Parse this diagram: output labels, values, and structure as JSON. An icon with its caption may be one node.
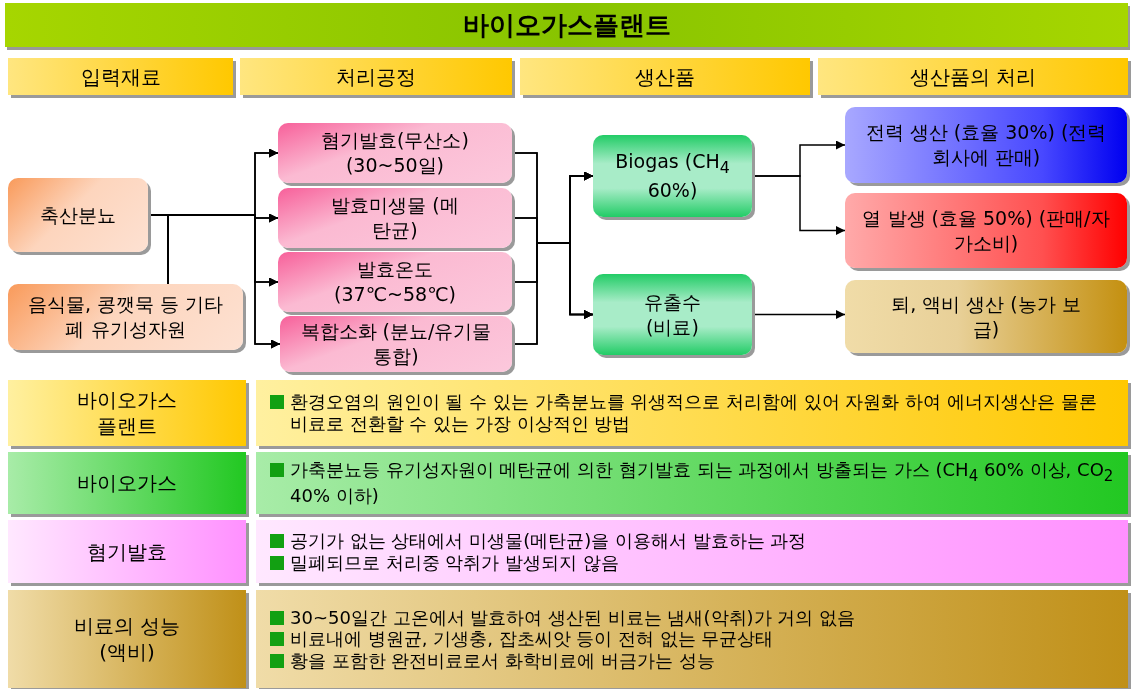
{
  "diagram": {
    "title": "바이오가스플랜트",
    "nodes": [
      {
        "text": [
          "입력재료"
        ]
      },
      {
        "text": [
          "처리공정"
        ]
      },
      {
        "text": [
          "생산품"
        ]
      },
      {
        "text": [
          "생산품의 처리"
        ]
      },
      {
        "text": [
          "축산분뇨"
        ]
      },
      {
        "text": [
          "음식물, 콩깻묵 등 기타 폐 유기성자원"
        ]
      },
      {
        "text": [
          "혐기발효(무산소) (30~50일)"
        ]
      },
      {
        "text": [
          "발효미생물 (메탄균)"
        ]
      },
      {
        "text": [
          "발효온도 (37℃~58℃)"
        ]
      },
      {
        "text": [
          "복합소화 (분뇨/유기물 통합)"
        ]
      },
      {
        "text": [
          "Biogas (CH$_{4}$ 60%)"
        ]
      },
      {
        "text": [
          "유출수 (비료)"
        ]
      },
      {
        "text": [
          "전력 생산 (효율 30%) (전력회사에 판매)"
        ]
      },
      {
        "text": [
          "열 발생 (효율 50%) (판매/자가소비)"
        ]
      },
      {
        "text": [
          "퇴, 액비 생산 (농가 보급)"
        ]
      },
      {
        "text": [
          "바이오가스 플랜트"
        ]
      },
      {
        "text": [
          "환경오염의 원인이 될 수 있는 가축분뇨를 위생적으로 처리함에 있어 자원화 하여 에너지생산은 물론 비료로 전환할 수 있는 가장 이상적인 방법"
        ]
      },
      {
        "text": [
          "바이오가스"
        ]
      },
      {
        "text": [
          "가축분뇨등 유기성자원이 메탄균에 의한 혐기발효 되는 과정에서 방출되는 가스 (CH$_{4}$ 60% 이상, CO$_{2}$ 40% 이하)"
        ]
      },
      {
        "text": [
          "혐기발효"
        ]
      },
      {
        "text": [
          "공기가 없는 상태에서 미생물(메탄균)을 이용해서 발효하는 과정",
          "밀폐되므로 처리중 악취가 발생되지 않음"
        ]
      },
      {
        "text": [
          "비료의 성능 (액비)"
        ]
      },
      {
        "text": [
          "30~50일간 고온에서 발효하여 생산된 비료는 냄새(악취)가 거의 없음",
          "비료내에 병원균, 기생충, 잡초씨앗 등이 전혀 없는 무균상태",
          "황을 포함한 완전비료로서 화학비료에 버금가는 성능"
        ]
      }
    ],
    "edges": [
      {
        "from": 4,
        "to": 6,
        "arrow": "to"
      },
      {
        "from": 4,
        "to": 7,
        "arrow": "to"
      },
      {
        "from": 4,
        "to": 8,
        "arrow": "to"
      },
      {
        "from": 4,
        "to": 9,
        "arrow": "to"
      },
      {
        "from": 5,
        "to": 6,
        "arrow": "to"
      },
      {
        "from": 5,
        "to": 7,
        "arrow": "to"
      },
      {
        "from": 5,
        "to": 8,
        "arrow": "to"
      },
      {
        "from": 5,
        "to": 9,
        "arrow": "to"
      },
      {
        "from": 6,
        "to": 10,
        "arrow": "to"
      },
      {
        "from": 7,
        "to": 10,
        "arrow": "to"
      },
      {
        "from": 8,
        "to": 10,
        "arrow": "to"
      },
      {
        "from": 9,
        "to": 10,
        "arrow": "to"
      },
      {
        "from": 6,
        "to": 11,
        "arrow": "to"
      },
      {
        "from": 7,
        "to": 11,
        "arrow": "to"
      },
      {
        "from": 8,
        "to": 11,
        "arrow": "to"
      },
      {
        "from": 9,
        "to": 11,
        "arrow": "to"
      },
      {
        "from": 10,
        "to": 12,
        "arrow": "to"
      },
      {
        "from": 10,
        "to": 13,
        "arrow": "to"
      },
      {
        "from": 11,
        "to": 14,
        "arrow": "to"
      }
    ]
  }
}
